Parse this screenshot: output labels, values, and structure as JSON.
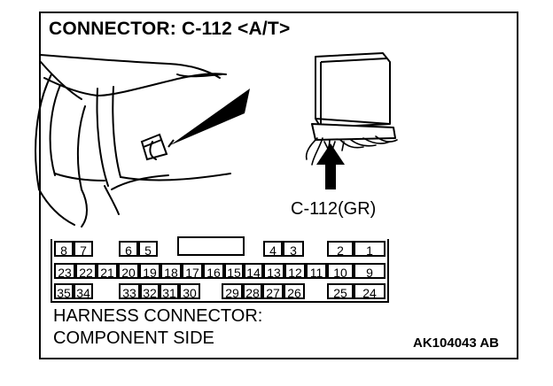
{
  "header": {
    "title": "CONNECTOR: C-112 <A/T>"
  },
  "illustration": {
    "connector_label": "C-112(GR)"
  },
  "pin_rows": [
    [
      "8",
      "7",
      "6",
      "5",
      "4",
      "3",
      "2",
      "1"
    ],
    [
      "23",
      "22",
      "21",
      "20",
      "19",
      "18",
      "17",
      "16",
      "15",
      "14",
      "13",
      "12",
      "11",
      "10",
      "9"
    ],
    [
      "35",
      "34",
      "33",
      "32",
      "31",
      "30",
      "29",
      "28",
      "27",
      "26",
      "25",
      "24"
    ]
  ],
  "footer": {
    "line1": "HARNESS CONNECTOR:",
    "line2": "COMPONENT SIDE",
    "code": "AK104043 AB"
  }
}
